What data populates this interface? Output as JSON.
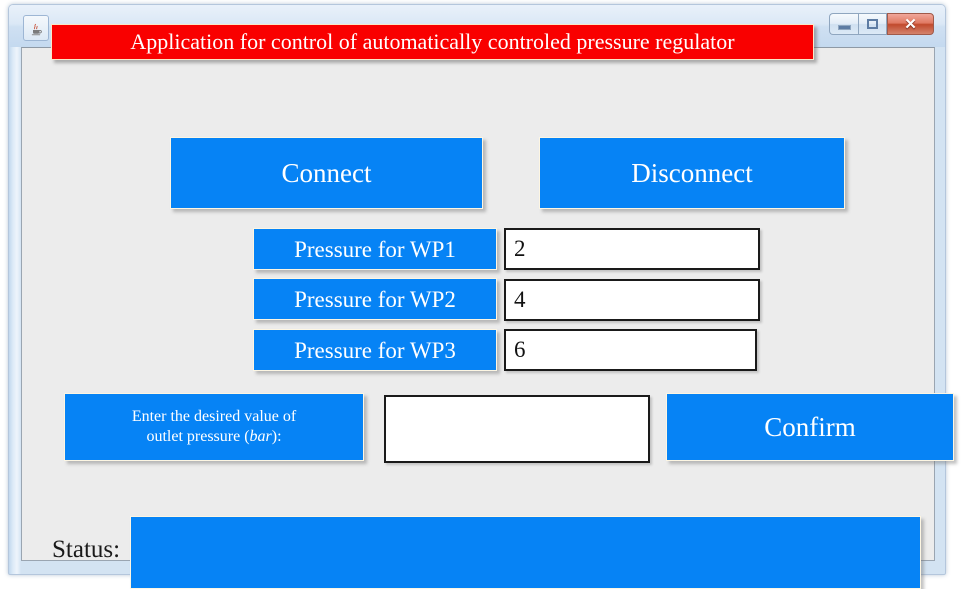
{
  "window": {
    "app_icon": "java-coffee-cup-icon",
    "title": "Application for control of automatically controled pressure regulator",
    "controls": {
      "minimize": "Minimize",
      "maximize": "Maximize",
      "close": "Close"
    }
  },
  "colors": {
    "accent_blue": "#0683f5",
    "title_red": "#f90000",
    "client_background": "#ececec",
    "field_background": "#ffffff",
    "field_border": "#1a1a1a",
    "control_outline": "#fdf6e3",
    "text_on_blue": "#ffffff",
    "text_dark": "#1a1a1a"
  },
  "main": {
    "connect_label": "Connect",
    "disconnect_label": "Disconnect",
    "pressure_rows": [
      {
        "label": "Pressure for WP1",
        "value": "2"
      },
      {
        "label": "Pressure for WP2",
        "value": "4"
      },
      {
        "label": "Pressure for WP3",
        "value": "6"
      }
    ],
    "outlet": {
      "label_line1": "Enter the desired value of",
      "label_line2_prefix": "outlet pressure (",
      "label_line2_unit": "bar",
      "label_line2_suffix": "):",
      "input_value": "",
      "confirm_label": "Confirm"
    },
    "status": {
      "label": "Status:",
      "value": ""
    }
  }
}
